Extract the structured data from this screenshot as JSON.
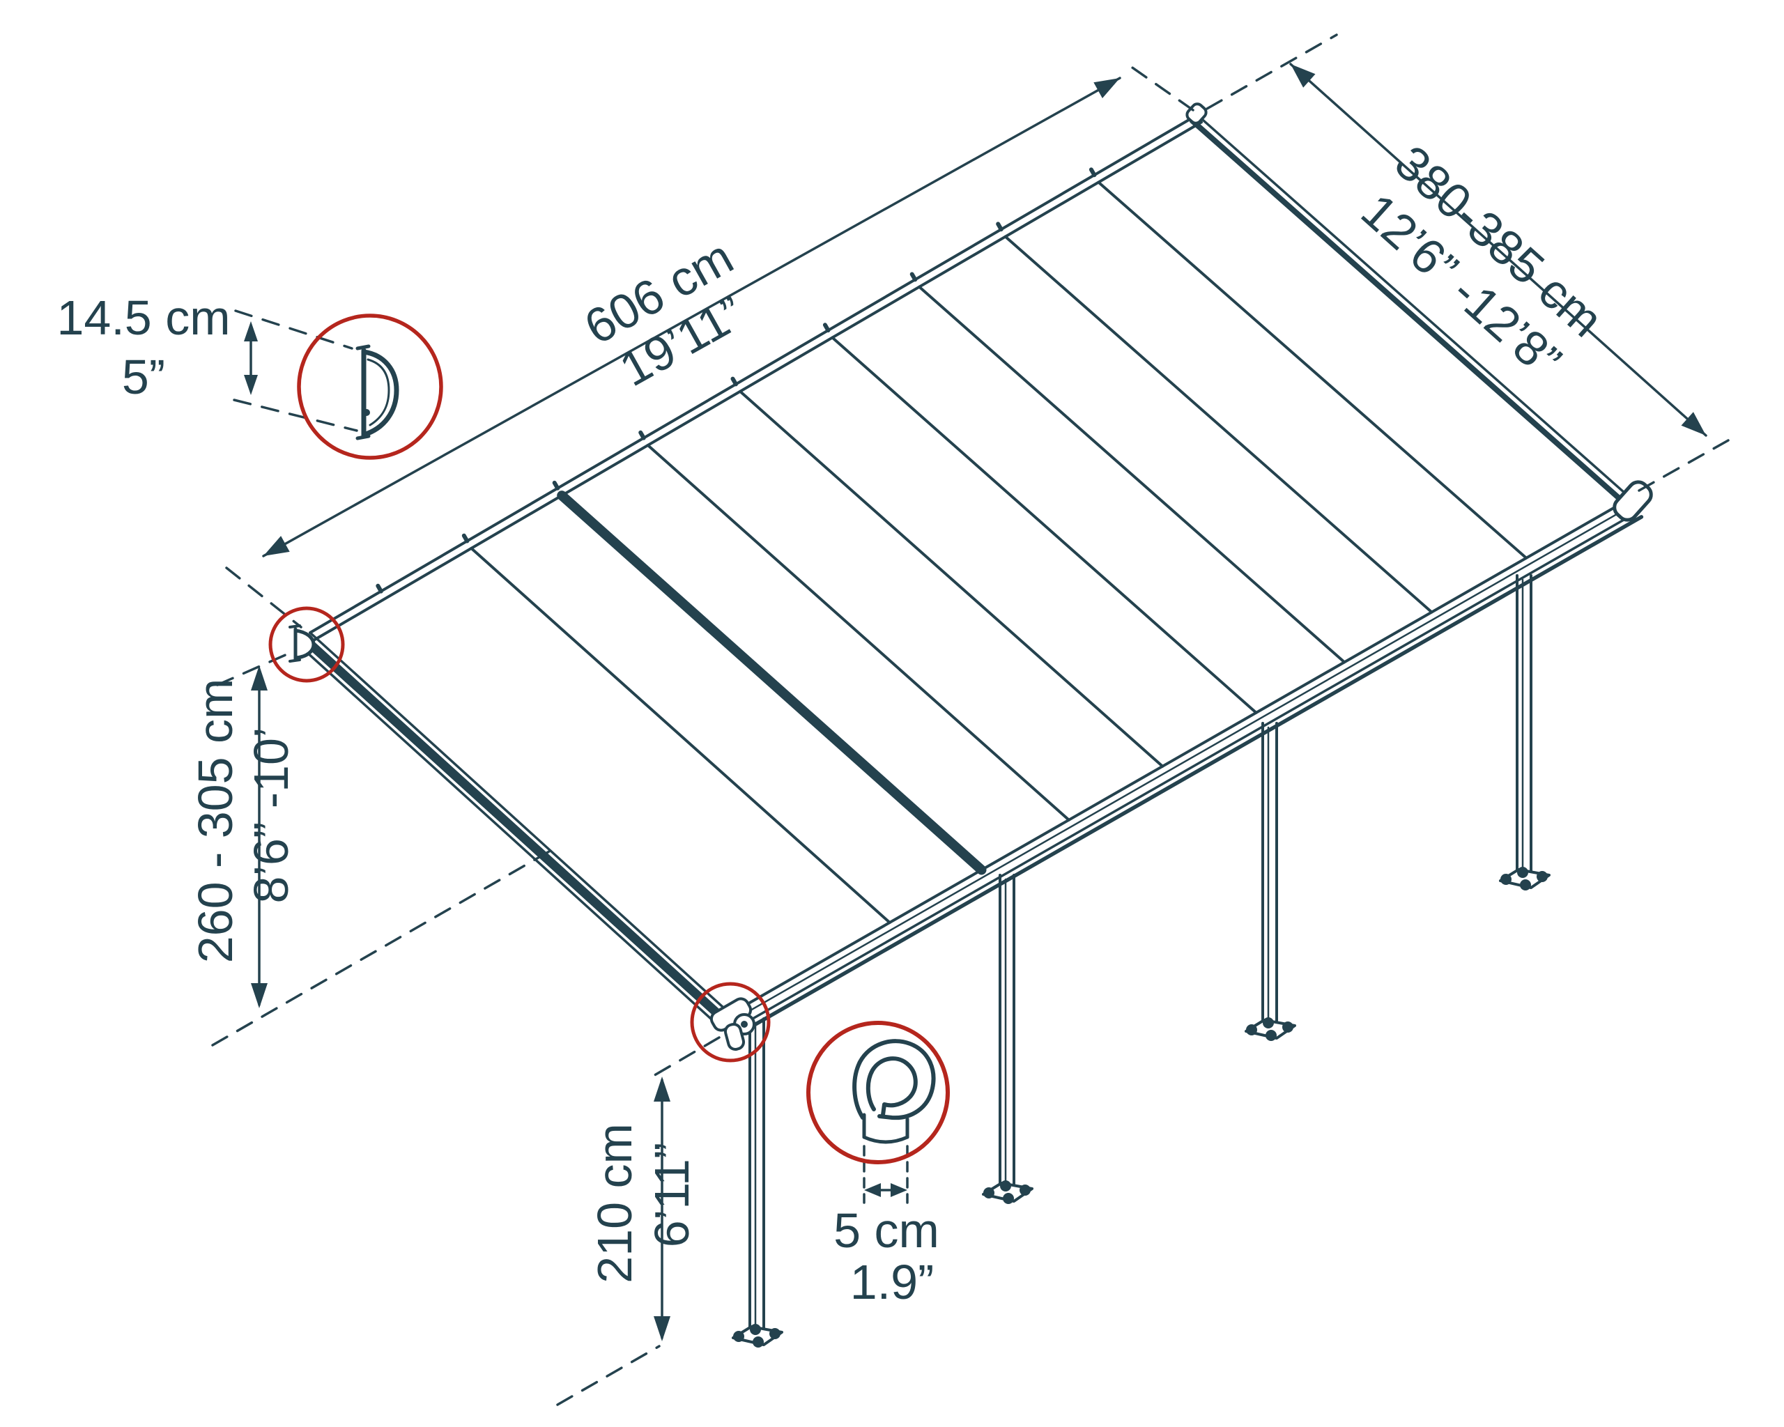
{
  "diagram": {
    "kind": "isometric-patio-cover-dimension-drawing",
    "colors": {
      "line": "#24424e",
      "accent": "#b5261d",
      "background": "#ffffff"
    },
    "labels": {
      "profile_height_metric": "14.5 cm",
      "profile_height_imperial": "5”",
      "length_metric": "606 cm",
      "length_imperial": "19’11”",
      "depth_metric": "380-385 cm",
      "depth_imperial": "12’6” -12’8”",
      "clearance_metric": "260 - 305 cm",
      "clearance_imperial": "8’6” -10’",
      "post_height_metric": "210 cm",
      "post_height_imperial": "6’11”",
      "post_width_metric": "5 cm",
      "post_width_imperial": "1.9”"
    }
  }
}
